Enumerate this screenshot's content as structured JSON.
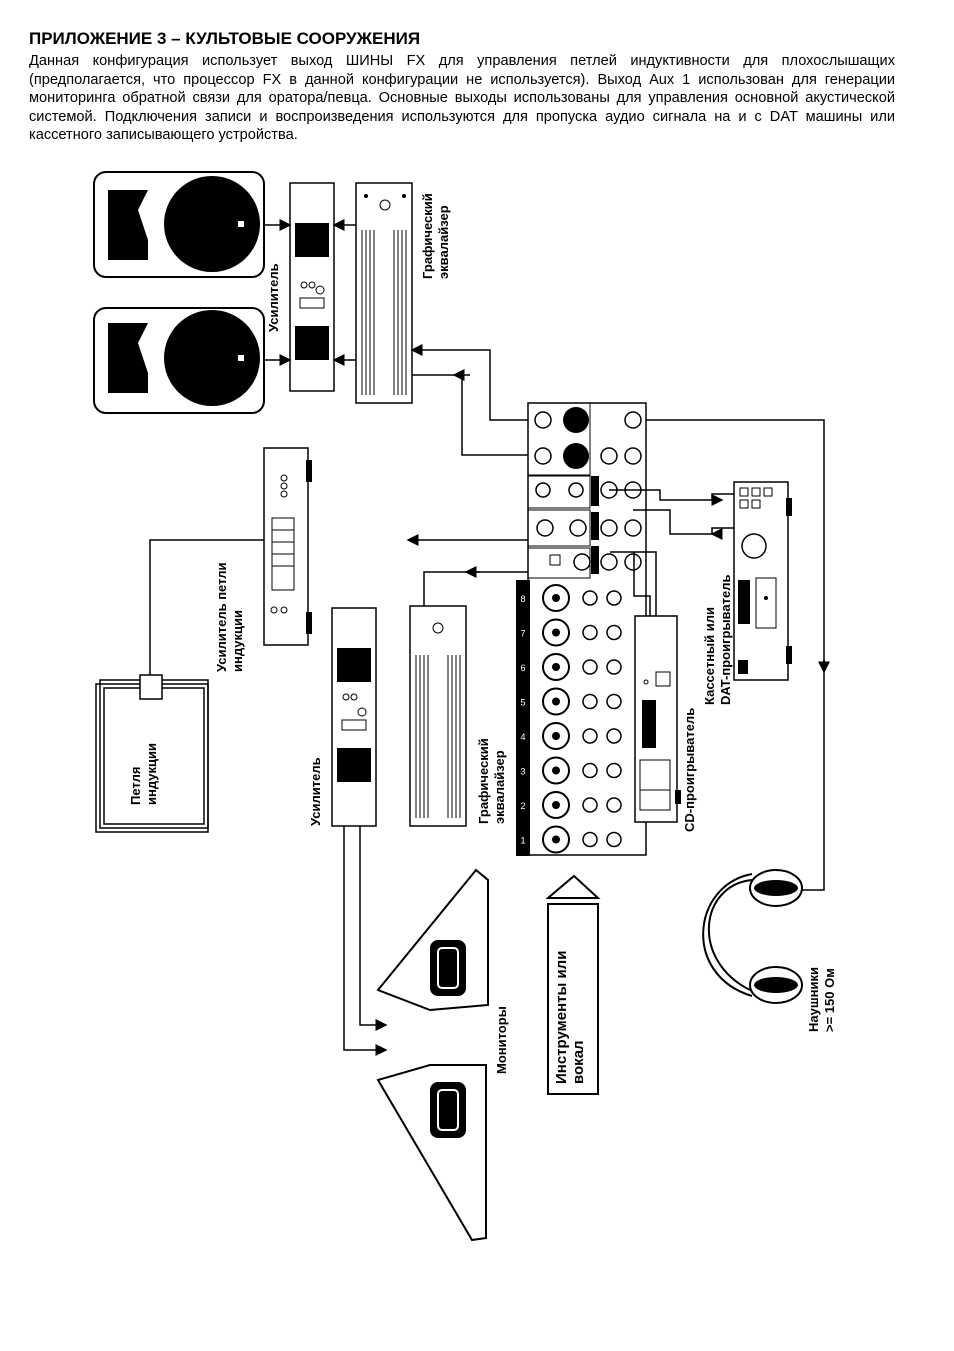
{
  "page": {
    "heading": "ПРИЛОЖЕНИЕ 3 – КУЛЬТОВЫЕ СООРУЖЕНИЯ",
    "intro": "Данная конфигурация использует выход ШИНЫ FX для управления петлей индуктивности для плохослышащих (предполагается, что процессор FX в данной конфигурации не используется). Выход Aux 1 использован для генерации мониторинга обратной связи для оратора/певца. Основные выходы использованы для управления основной акустической системой. Подключения записи и воспроизведения используются для пропуска аудио сигнала на и с DAT машины или кассетного записывающего устройства."
  },
  "diagram": {
    "labels": {
      "eq_top_1": "Графический",
      "eq_top_2": "эквалайзер",
      "amp_top": "Усилитель",
      "loop_amp_1": "Усилитель петли",
      "loop_amp_2": "индукции",
      "loop_1": "Петля",
      "loop_2": "индукции",
      "amp_mid": "Усилитель",
      "eq_mid_1": "Графический",
      "eq_mid_2": "эквалайзер",
      "cassette_1": "Кассетный или",
      "cassette_2": "DAT-проигрыватель",
      "cd": "CD-проигрыватель",
      "monitors": "Мониторы",
      "instruments_1": "Инструменты или",
      "instruments_2": "вокал",
      "headphones_1": "Наушники",
      "headphones_2": ">= 150 Ом"
    },
    "channel_numbers": [
      "8",
      "7",
      "6",
      "5",
      "4",
      "3",
      "2",
      "1"
    ]
  }
}
